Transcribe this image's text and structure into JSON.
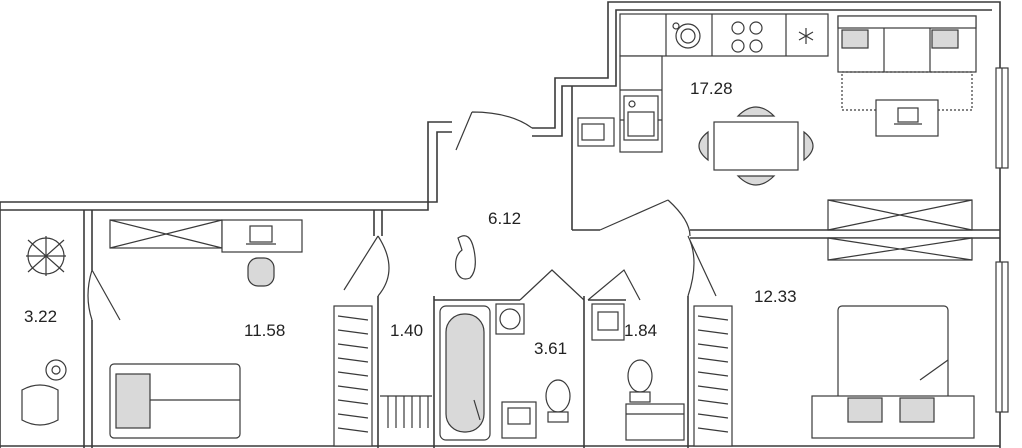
{
  "rooms": [
    {
      "id": "kitchen-living",
      "area": "17.28"
    },
    {
      "id": "hallway",
      "area": "6.12"
    },
    {
      "id": "balcony",
      "area": "3.22"
    },
    {
      "id": "bedroom-left",
      "area": "11.58"
    },
    {
      "id": "closet",
      "area": "1.40"
    },
    {
      "id": "bathroom",
      "area": "3.61"
    },
    {
      "id": "toilet",
      "area": "1.84"
    },
    {
      "id": "bedroom-right",
      "area": "12.33"
    }
  ]
}
